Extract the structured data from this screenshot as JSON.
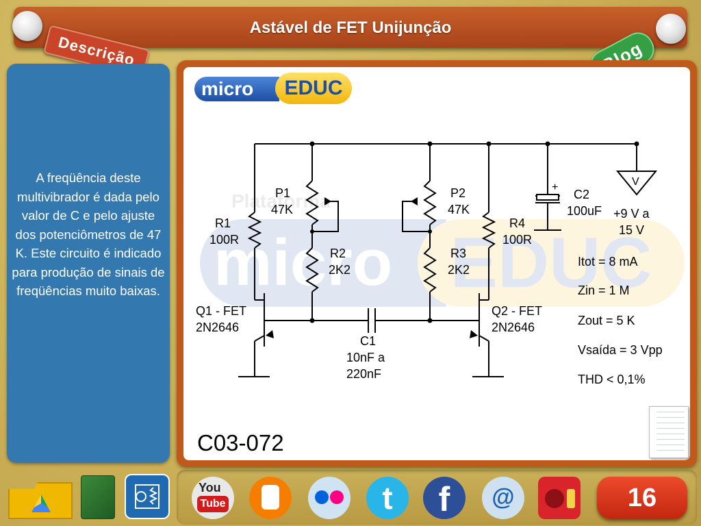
{
  "header": {
    "title": "Astável de FET Unijunção"
  },
  "tags": {
    "description": "Descrição",
    "blog": "Blog"
  },
  "description": {
    "text": "A freqüência deste multivibrador é dada pelo valor de C e pelo ajuste dos potenciômetros de 47 K. Este circuito é indicado para produção de sinais de freqüências muito baixas."
  },
  "logo": {
    "micro": "micro",
    "educ": "EDUC"
  },
  "watermark": {
    "top": "Plataforma",
    "micro": "micro",
    "educ": "EDUC"
  },
  "schematic": {
    "r1": {
      "name": "R1",
      "value": "100R"
    },
    "p1": {
      "name": "P1",
      "value": "47K"
    },
    "r2": {
      "name": "R2",
      "value": "2K2"
    },
    "p2": {
      "name": "P2",
      "value": "47K"
    },
    "r3": {
      "name": "R3",
      "value": "2K2"
    },
    "r4": {
      "name": "R4",
      "value": "100R"
    },
    "c2": {
      "name": "C2",
      "value": "100uF",
      "polarity": "+"
    },
    "q1": {
      "name": "Q1 - FET",
      "part": "2N2646"
    },
    "q2": {
      "name": "Q2 - FET",
      "part": "2N2646"
    },
    "c1": {
      "name": "C1",
      "value_line1": "10nF a",
      "value_line2": "220nF"
    },
    "supply": {
      "symbol": "V",
      "line1": "+9 V a",
      "line2": "15 V"
    },
    "specs": [
      "Itot = 8 mA",
      "Zin = 1 M",
      "Zout = 5 K",
      "Vsaída = 3 Vpp",
      "THD < 0,1%"
    ]
  },
  "code": "C03-072",
  "dock": {
    "apps": [
      "google-drive-icon",
      "circuit-board-icon",
      "circuit-symbol-icon"
    ],
    "social": {
      "youtube_you": "You",
      "youtube_tube": "Tube",
      "twitter": "t",
      "facebook": "f",
      "mail": "@"
    }
  },
  "page_number": "16",
  "colors": {
    "header": "#b84e22",
    "description_panel": "#3478b0",
    "content_frame": "#c05a1c",
    "badge": "#e03a1f",
    "blog_tag": "#35a043"
  }
}
